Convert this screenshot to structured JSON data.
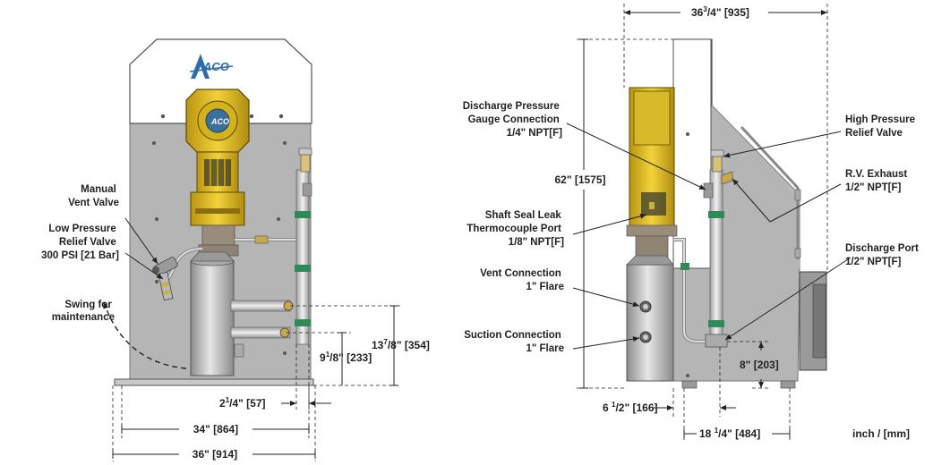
{
  "logo_text": "ACO",
  "left_view": {
    "labels": {
      "manual_vent": [
        "Manual",
        "Vent Valve"
      ],
      "low_pressure_relief": [
        "Low Pressure",
        "Relief Valve",
        "300 PSI [21 Bar]"
      ],
      "swing": [
        "Swing for",
        "maintenance"
      ]
    },
    "dims": {
      "d_13_7_8": {
        "whole": "13",
        "num": "7",
        "den": "/8",
        "rest": "\" [354]"
      },
      "d_9_1_8": {
        "whole": "9",
        "num": "1",
        "den": "/8",
        "rest": "\" [233]"
      },
      "d_2_1_4": {
        "whole": "2",
        "num": "1",
        "den": "/4",
        "rest": "\" [57]"
      },
      "d_34": "34\" [864]",
      "d_36": "36\" [914]"
    }
  },
  "right_view": {
    "labels": {
      "discharge_gauge": [
        "Discharge Pressure",
        "Gauge Connection",
        "1/4\" NPT[F]"
      ],
      "shaft_seal": [
        "Shaft Seal Leak",
        "Thermocouple Port",
        "1/8\" NPT[F]"
      ],
      "vent_conn": [
        "Vent Connection",
        "1\" Flare"
      ],
      "suction_conn": [
        "Suction Connection",
        "1\" Flare"
      ],
      "high_pressure_relief": [
        "High Pressure",
        "Relief Valve"
      ],
      "rv_exhaust": [
        "R.V. Exhaust",
        "1/2\" NPT[F]"
      ],
      "discharge_port": [
        "Discharge Port",
        "1/2\" NPT[F]"
      ]
    },
    "dims": {
      "d_36_3_4": {
        "whole": "36",
        "num": "3",
        "den": "/4",
        "rest": "\" [935]"
      },
      "d_62": "62\" [1575]",
      "d_8": "8\" [203]",
      "d_6_1_2": {
        "whole": "6 ",
        "num": "1",
        "den": "/2",
        "rest": "\" [166]"
      },
      "d_18_1_4": {
        "whole": "18 ",
        "num": "1",
        "den": "/4",
        "rest": "\" [484]"
      }
    },
    "units": "inch / [mm]"
  },
  "colors": {
    "cabinet_gray": "#b5b5b5",
    "pump_yellow": "#e8c31e",
    "band_green": "#2f8a57",
    "logo_blue": "#2e6cae",
    "line": "#222222"
  }
}
